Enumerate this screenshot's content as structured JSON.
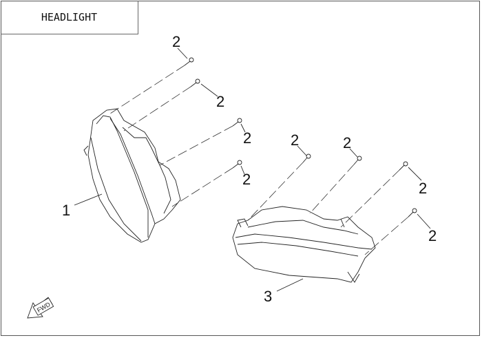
{
  "title": "HEADLIGHT",
  "fwd_label": "FWD",
  "callouts": {
    "part1": "1",
    "part2": "2",
    "part3": "3"
  }
}
